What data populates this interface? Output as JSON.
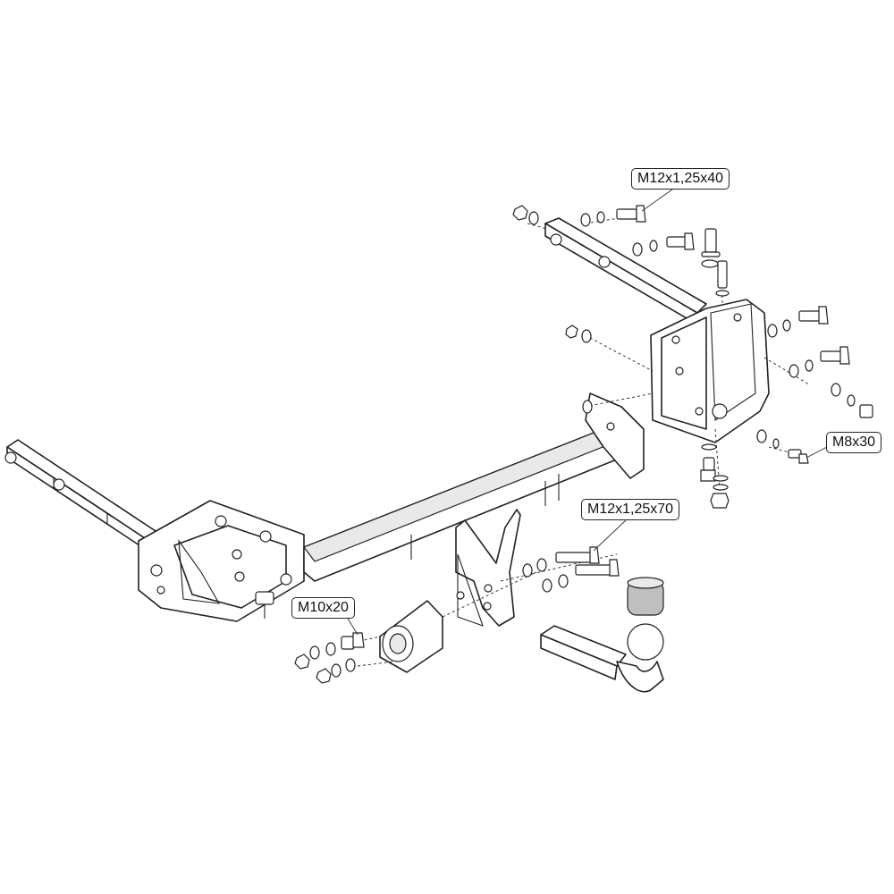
{
  "callouts": {
    "bolt_top": "M12x1,25x40",
    "bolt_right": "M8x30",
    "bolt_center": "M12x1,25x70",
    "bolt_left": "M10x20"
  },
  "colors": {
    "line": "#222222",
    "background": "#ffffff"
  }
}
